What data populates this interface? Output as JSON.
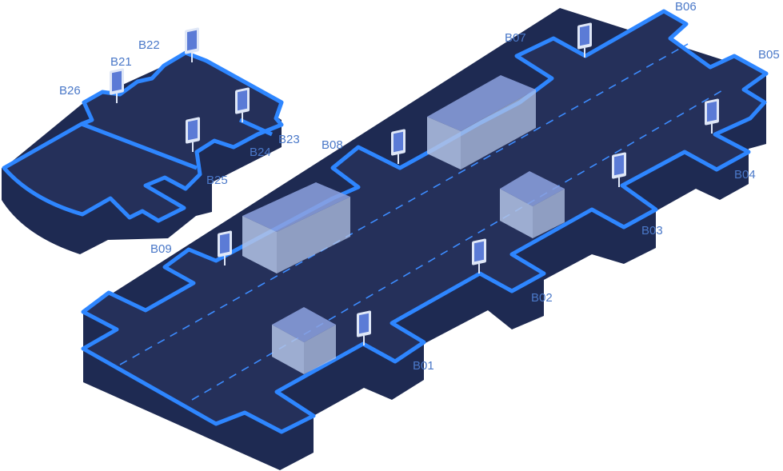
{
  "map": {
    "title": "",
    "colors": {
      "background": "#ffffff",
      "floor_top": "#25305a",
      "floor_side": "#1e2a52",
      "outline": "#2e86ff",
      "lane": "#3d8cff",
      "label": "#4a78c8",
      "sign_face": "#5b7bd6",
      "sign_frame": "#dfe7f7",
      "box": "#b3c3e6",
      "box_top": "#8da2e0"
    },
    "bays": [
      {
        "id": "B01",
        "label": "B01"
      },
      {
        "id": "B02",
        "label": "B02"
      },
      {
        "id": "B03",
        "label": "B03"
      },
      {
        "id": "B04",
        "label": "B04"
      },
      {
        "id": "B05",
        "label": "B05"
      },
      {
        "id": "B06",
        "label": "B06"
      },
      {
        "id": "B07",
        "label": "B07"
      },
      {
        "id": "B08",
        "label": "B08"
      },
      {
        "id": "B09",
        "label": "B09"
      },
      {
        "id": "B21",
        "label": "B21"
      },
      {
        "id": "B22",
        "label": "B22"
      },
      {
        "id": "B23",
        "label": "B23"
      },
      {
        "id": "B24",
        "label": "B24"
      },
      {
        "id": "B25",
        "label": "B25"
      },
      {
        "id": "B26",
        "label": "B26"
      }
    ],
    "icons": [
      "bay-sign-icon",
      "loading-box-icon"
    ]
  }
}
